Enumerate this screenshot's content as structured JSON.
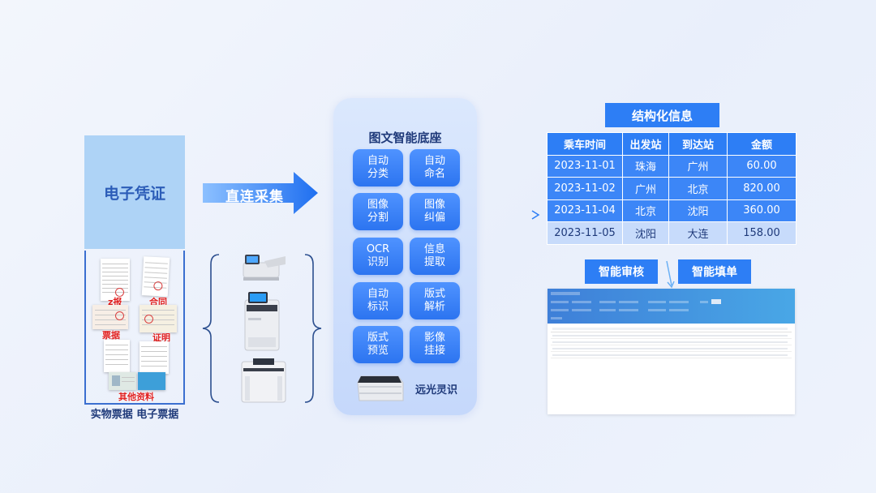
{
  "left": {
    "card_title": "电子凭证",
    "doc_labels": [
      "z报",
      "合同",
      "票据",
      "证明",
      "其他资料"
    ],
    "caption": "实物票据  电子票据"
  },
  "arrow": {
    "label": "直连采集"
  },
  "center": {
    "title": "图文智能底座",
    "features": [
      {
        "l1": "自动",
        "l2": "分类"
      },
      {
        "l1": "自动",
        "l2": "命名"
      },
      {
        "l1": "图像",
        "l2": "分割"
      },
      {
        "l1": "图像",
        "l2": "纠偏"
      },
      {
        "l1": "OCR",
        "l2": "识别"
      },
      {
        "l1": "信息",
        "l2": "提取"
      },
      {
        "l1": "自动",
        "l2": "标识"
      },
      {
        "l1": "版式",
        "l2": "解析"
      },
      {
        "l1": "版式",
        "l2": "预览"
      },
      {
        "l1": "影像",
        "l2": "挂接"
      }
    ],
    "brand": "远光灵识"
  },
  "structured": {
    "title": "结构化信息",
    "headers": [
      "乘车时间",
      "出发站",
      "到达站",
      "金额"
    ],
    "rows": [
      [
        "2023-11-01",
        "珠海",
        "广州",
        "60.00"
      ],
      [
        "2023-11-02",
        "广州",
        "北京",
        "820.00"
      ],
      [
        "2023-11-04",
        "北京",
        "沈阳",
        "360.00"
      ],
      [
        "2023-11-05",
        "沈阳",
        "大连",
        "158.00"
      ]
    ]
  },
  "actions": {
    "review": "智能审核",
    "fill": "智能填单"
  },
  "colors": {
    "accent": "#2d7ef5",
    "card": "#aed3f6",
    "dark_text": "#1f3a7a",
    "red_label": "#e02020"
  }
}
